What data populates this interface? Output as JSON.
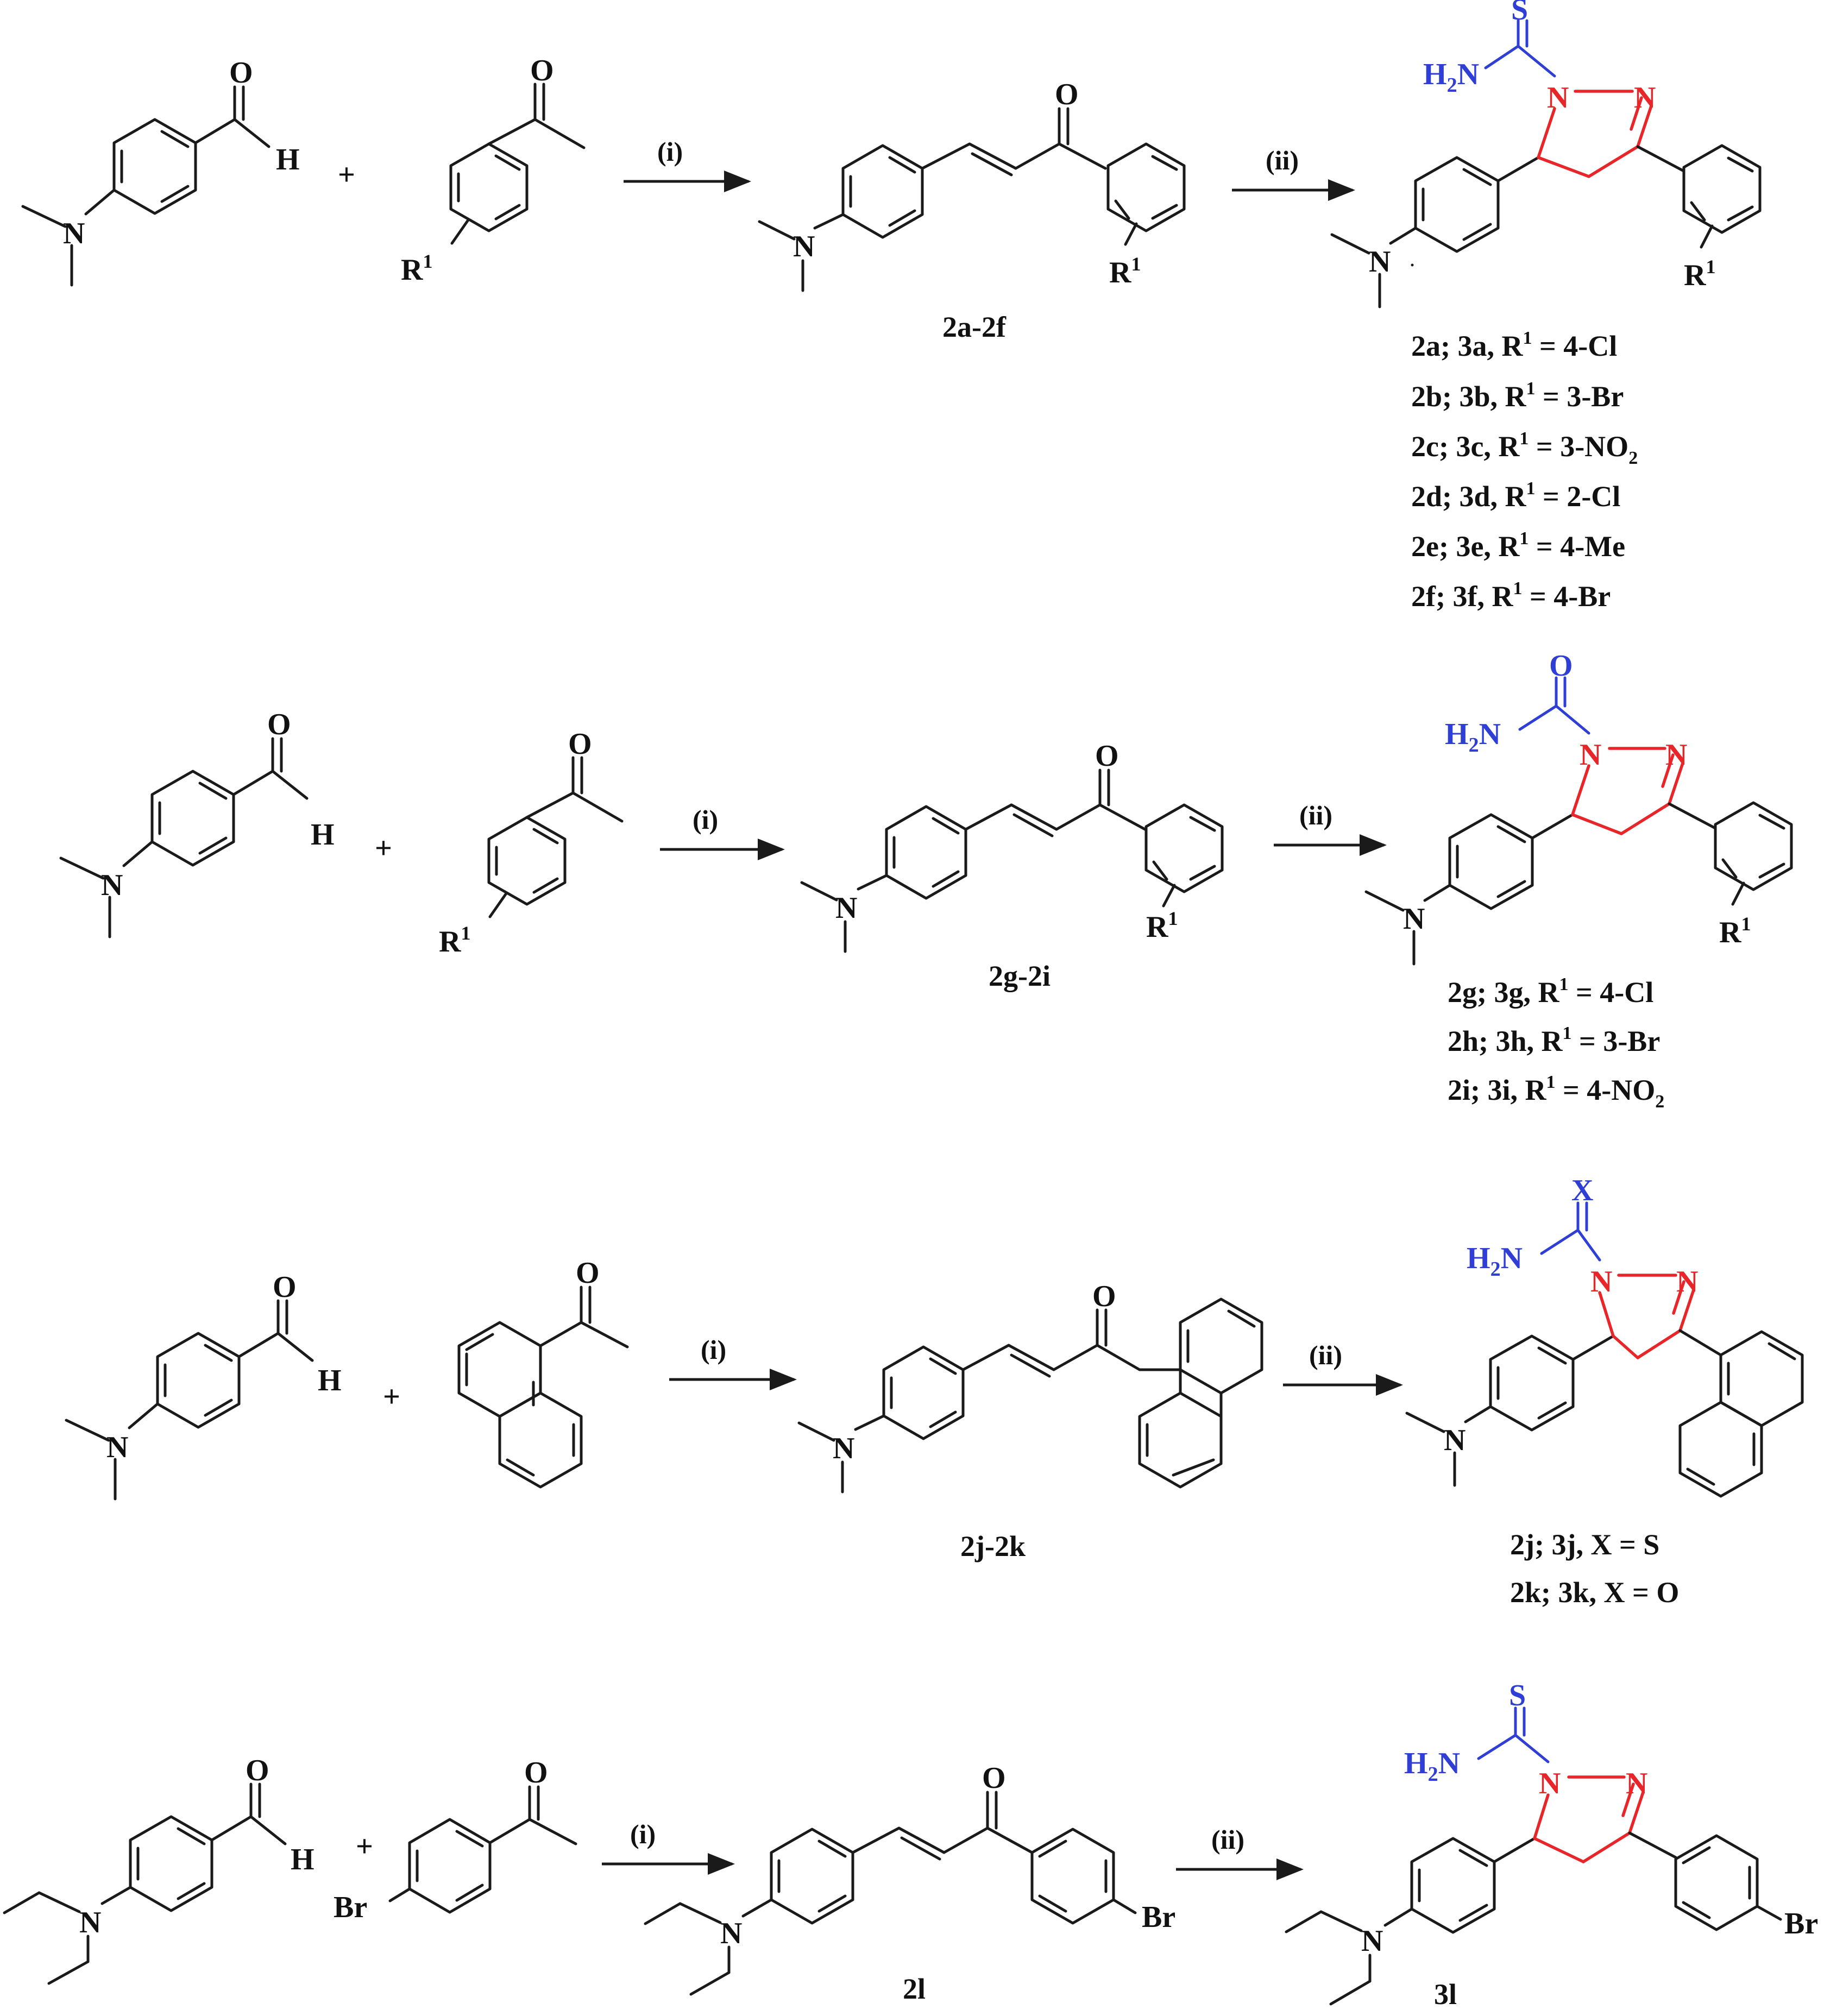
{
  "colors": {
    "bond": "#1a1a1a",
    "pyrazoline_ring": "#e8262a",
    "carbox_group": "#2f3fd6"
  },
  "atoms": {
    "N": "N",
    "O": "O",
    "S": "S",
    "H": "H",
    "X": "X",
    "Br": "Br",
    "NH2_base": "H",
    "NH2_sub": "2",
    "NH2_tail": "N",
    "R_base": "R",
    "R_sup": "1",
    "plus": "+"
  },
  "conditions": {
    "step1": "(i)",
    "step2": "(ii)"
  },
  "rows": [
    {
      "chalcone_label": "2a-2f",
      "entries": [
        {
          "id": "2a; 3a, R",
          "val": " = 4-Cl"
        },
        {
          "id": "2b; 3b, R",
          "val": " = 3-Br"
        },
        {
          "id": "2c; 3c, R",
          "val": " = 3-NO",
          "sub": "2"
        },
        {
          "id": "2d; 3d, R",
          "val": " = 2-Cl"
        },
        {
          "id": "2e; 3e, R",
          "val": " = 4-Me"
        },
        {
          "id": "2f; 3f, R",
          "val": " = 4-Br"
        }
      ]
    },
    {
      "chalcone_label": "2g-2i",
      "entries": [
        {
          "id": "2g; 3g, R",
          "val": " = 4-Cl"
        },
        {
          "id": "2h; 3h, R",
          "val": " = 3-Br"
        },
        {
          "id": "2i; 3i, R",
          "val": " = 4-NO",
          "sub": "2"
        }
      ]
    },
    {
      "chalcone_label": "2j-2k",
      "entries": [
        {
          "id": "2j; 3j, X = S"
        },
        {
          "id": "2k; 3k, X = O"
        }
      ]
    },
    {
      "chalcone_label": "2l",
      "product_label": "3l"
    }
  ]
}
